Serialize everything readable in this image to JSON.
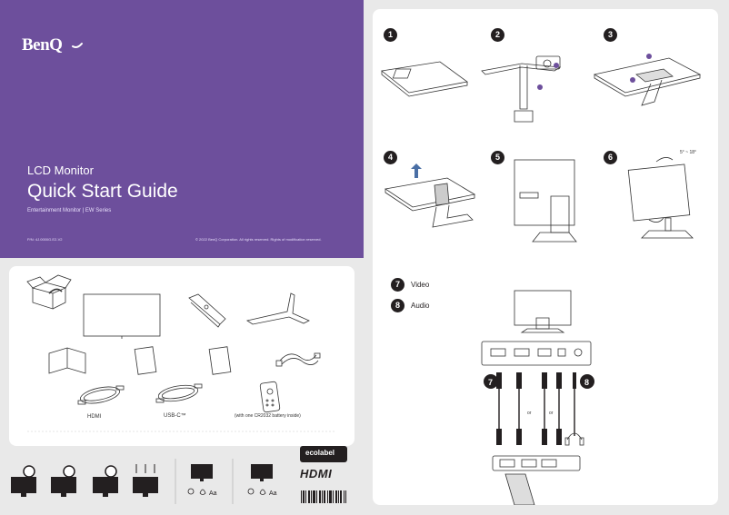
{
  "cover": {
    "brand": "BenQ",
    "product_type": "LCD Monitor",
    "title": "Quick Start Guide",
    "subtitle": "Entertainment Monitor  |  EW Series",
    "doc_number": "P/N: 4J.0000G.E2-V2",
    "copyright": "© 2022 BenQ Corporation. All rights reserved. Rights of modification reserved.",
    "color": "#6d4f9c"
  },
  "contents": {
    "labels": {
      "hdmi": "HDMI",
      "usbc": "USB-C™",
      "remote": "(with one CR2032 battery inside)"
    }
  },
  "steps": {
    "numbers": [
      "1",
      "2",
      "3",
      "4",
      "5",
      "6"
    ],
    "tilt": "5° ~ 18°"
  },
  "connections": {
    "video_num": "7",
    "video_label": "Video",
    "audio_num": "8",
    "audio_label": "Audio",
    "or_label": "or"
  },
  "logos": {
    "eco": "ecolabel",
    "hdmi": "HDMI"
  }
}
